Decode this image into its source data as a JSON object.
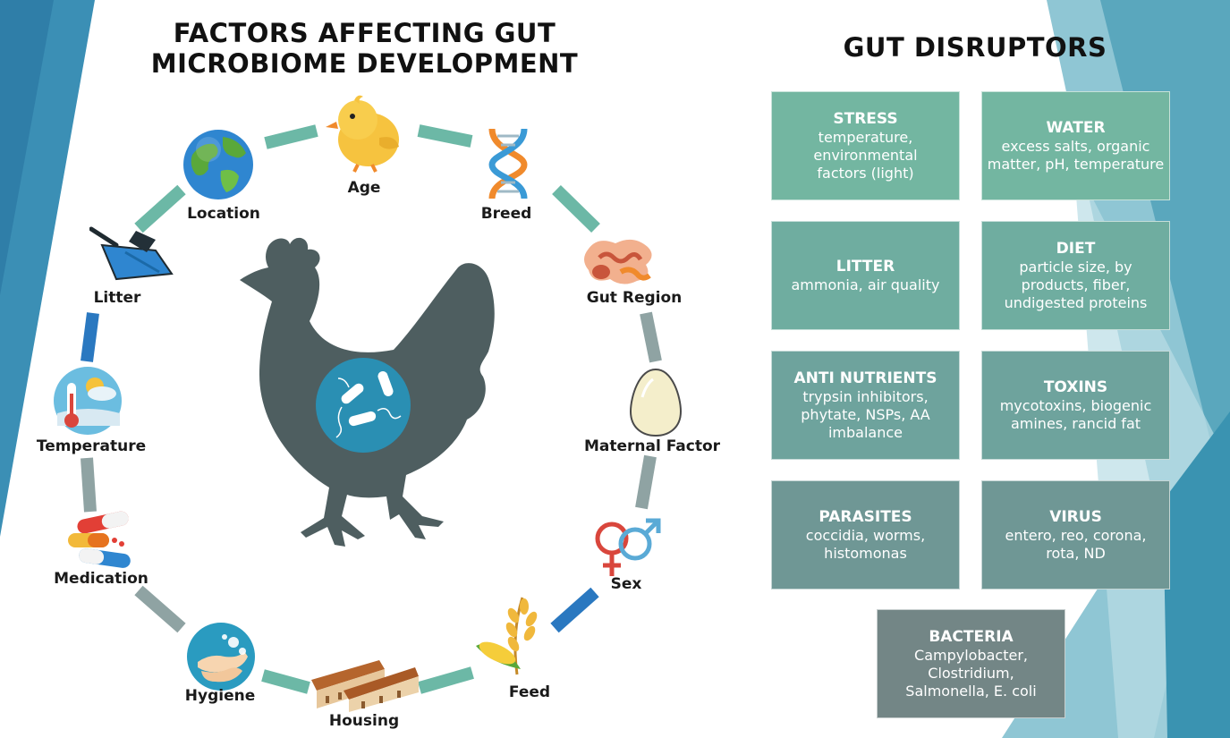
{
  "title": "FACTORS AFFECTING GUT MICROBIOME DEVELOPMENT",
  "side_title": "GUT DISRUPTORS",
  "factors": {
    "age": "Age",
    "breed": "Breed",
    "gut_region": "Gut Region",
    "maternal_factor": "Maternal Factor",
    "sex": "Sex",
    "feed": "Feed",
    "housing": "Housing",
    "hygiene": "Hygiene",
    "medication": "Medication",
    "temperature": "Temperature",
    "litter": "Litter",
    "location": "Location"
  },
  "disruptors": [
    {
      "title": "STRESS",
      "body": "temperature, environmental factors (light)",
      "color": "#73b6a1"
    },
    {
      "title": "WATER",
      "body": "excess salts, organic matter, pH, temperature",
      "color": "#73b6a1"
    },
    {
      "title": "LITTER",
      "body": "ammonia, air quality",
      "color": "#6fada0"
    },
    {
      "title": "DIET",
      "body": "particle size, by products, fiber, undigested proteins",
      "color": "#6fada0"
    },
    {
      "title": "ANTI NUTRIENTS",
      "body": "trypsin inhibitors, phytate, NSPs, AA imbalance",
      "color": "#6ea39d"
    },
    {
      "title": "TOXINS",
      "body": "mycotoxins, biogenic amines, rancid fat",
      "color": "#6ea39d"
    },
    {
      "title": "PARASITES",
      "body": "coccidia, worms, histomonas",
      "color": "#6f9795"
    },
    {
      "title": "VIRUS",
      "body": "entero, reo, corona, rota, ND",
      "color": "#6f9795"
    },
    {
      "title": "BACTERIA",
      "body": "Campylobacter, Clostridium, Salmonella, E. coli",
      "color": "#738686"
    }
  ],
  "colors": {
    "ring_teal": "#6cb8a6",
    "ring_gray": "#8fa3a3",
    "ring_blue": "#2a78c0",
    "chicken": "#4e5e60",
    "bacteria_circle": "#2a8fb3"
  },
  "icons": {
    "age": "chick-icon",
    "breed": "dna-icon",
    "gut_region": "intestine-icon",
    "maternal_factor": "egg-icon",
    "sex": "gender-symbols-icon",
    "feed": "grain-icon",
    "housing": "barn-icon",
    "hygiene": "handwash-icon",
    "medication": "pills-icon",
    "temperature": "thermometer-icon",
    "litter": "dustpan-icon",
    "location": "globe-icon",
    "center": "chicken-silhouette-icon",
    "microbe": "bacteria-icon"
  }
}
